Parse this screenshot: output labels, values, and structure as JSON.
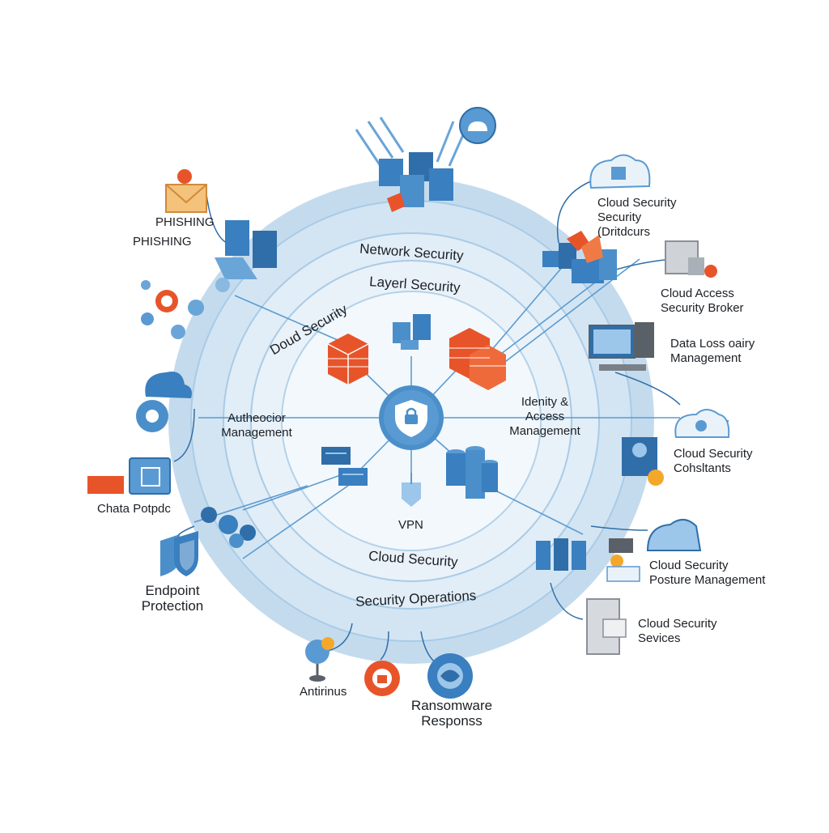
{
  "diagram": {
    "colors": {
      "outer_ring": "#c8deef",
      "ring_2": "#d8e8f4",
      "ring_3": "#e6f0f8",
      "core": "#f2f7fc",
      "line": "#5b9bd0",
      "blue": "#3a7fbf",
      "blue_dark": "#1f5f96",
      "orange": "#e8542a"
    },
    "rings": {
      "network_security": "Network Security",
      "layer_security": "Layerl Security",
      "cloud_security_left": "Doud Security",
      "cloud_security_bottom": "Cloud Security",
      "security_operations": "Security Operations"
    },
    "center": {
      "icon": "shield-lock-icon",
      "vpn": "VPN",
      "authentication": [
        "Autheocior",
        "Management"
      ],
      "identity": [
        "Idenity &",
        "Access",
        "Management"
      ]
    },
    "outer": {
      "phishing_1": "PHISHING",
      "phishing_2": "PHISHING",
      "cloud_security_distributors": [
        "Cloud Security",
        "Security",
        "(Dritdcurs"
      ],
      "casb": [
        "Cloud Access",
        "Security Broker"
      ],
      "data_loss": [
        "Data Loss oairy",
        "Management"
      ],
      "cloud_security_consultants": [
        "Cloud Security",
        "Cohsltants"
      ],
      "chata_potpdc": "Chata Potpdc",
      "endpoint_protection": [
        "Endpoint",
        "Protection"
      ],
      "cspm": [
        "Cloud Security",
        "Posture Management"
      ],
      "cloud_security_services": [
        "Cloud Security",
        "Sevices"
      ],
      "antivirus": "Antirinus",
      "ransomware": [
        "Ransomware",
        "Responss"
      ]
    }
  }
}
